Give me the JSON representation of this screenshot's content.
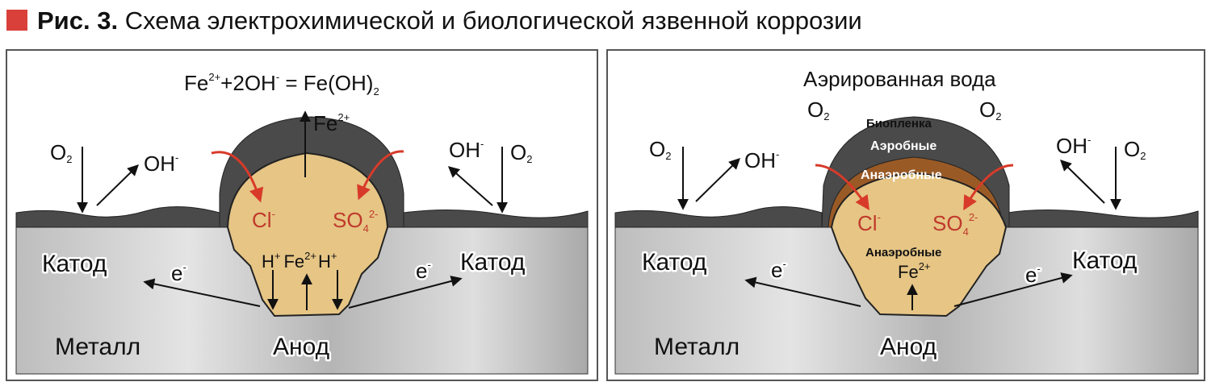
{
  "title": {
    "prefix": "Рис. 3.",
    "text": "Схема электрохимической и биологической язвенной коррозии",
    "marker_color": "#d9403a"
  },
  "colors": {
    "metal": "#c9c9c9",
    "film": "#4a4a4a",
    "electrolyte": "#e6c585",
    "ion_red": "#c0392b",
    "brown_layer": "#9a5a26"
  },
  "left": {
    "equation": {
      "fe": "Fe",
      "fe_charge": "2+",
      "plus": "+2OH",
      "oh_charge": "-",
      "eq": " = Fe(OH)",
      "sub": "2"
    },
    "fe_up": {
      "label": "Fe",
      "charge": "2+"
    },
    "o2_left": "O",
    "o2_sub": "2",
    "oh_left": "OH",
    "oh_charge": "-",
    "oh_right": "OH",
    "o2_right": "O",
    "cl": "Cl",
    "cl_charge": "-",
    "so4": "SO",
    "so4_sub": "4",
    "so4_charge": "2-",
    "h1": "H",
    "h_charge": "+",
    "fe_in": "Fe",
    "h2": "H",
    "cathode_left": "Катод",
    "cathode_right": "Катод",
    "e_left": "e",
    "e_right": "e",
    "e_charge": "-",
    "metal": "Металл",
    "anode": "Анод"
  },
  "right": {
    "aerated_water": "Аэрированная вода",
    "o2_top_left": "O",
    "o2_top_right": "O",
    "o2_sub": "2",
    "biofilm": "Биопленка",
    "aerobic": "Аэробные",
    "anaerobic_layer": "Анаэробные",
    "o2_left": "O",
    "oh_left": "OH",
    "oh_charge": "-",
    "oh_right": "OH",
    "o2_right": "O",
    "cl": "Cl",
    "cl_charge": "-",
    "so4": "SO",
    "so4_sub": "4",
    "so4_charge": "2-",
    "anaerobic_inner": "Анаэробные",
    "fe_in": "Fe",
    "fe_charge": "2+",
    "cathode_left": "Катод",
    "cathode_right": "Катод",
    "e_left": "e",
    "e_right": "e",
    "e_charge": "-",
    "metal": "Металл",
    "anode": "Анод"
  }
}
